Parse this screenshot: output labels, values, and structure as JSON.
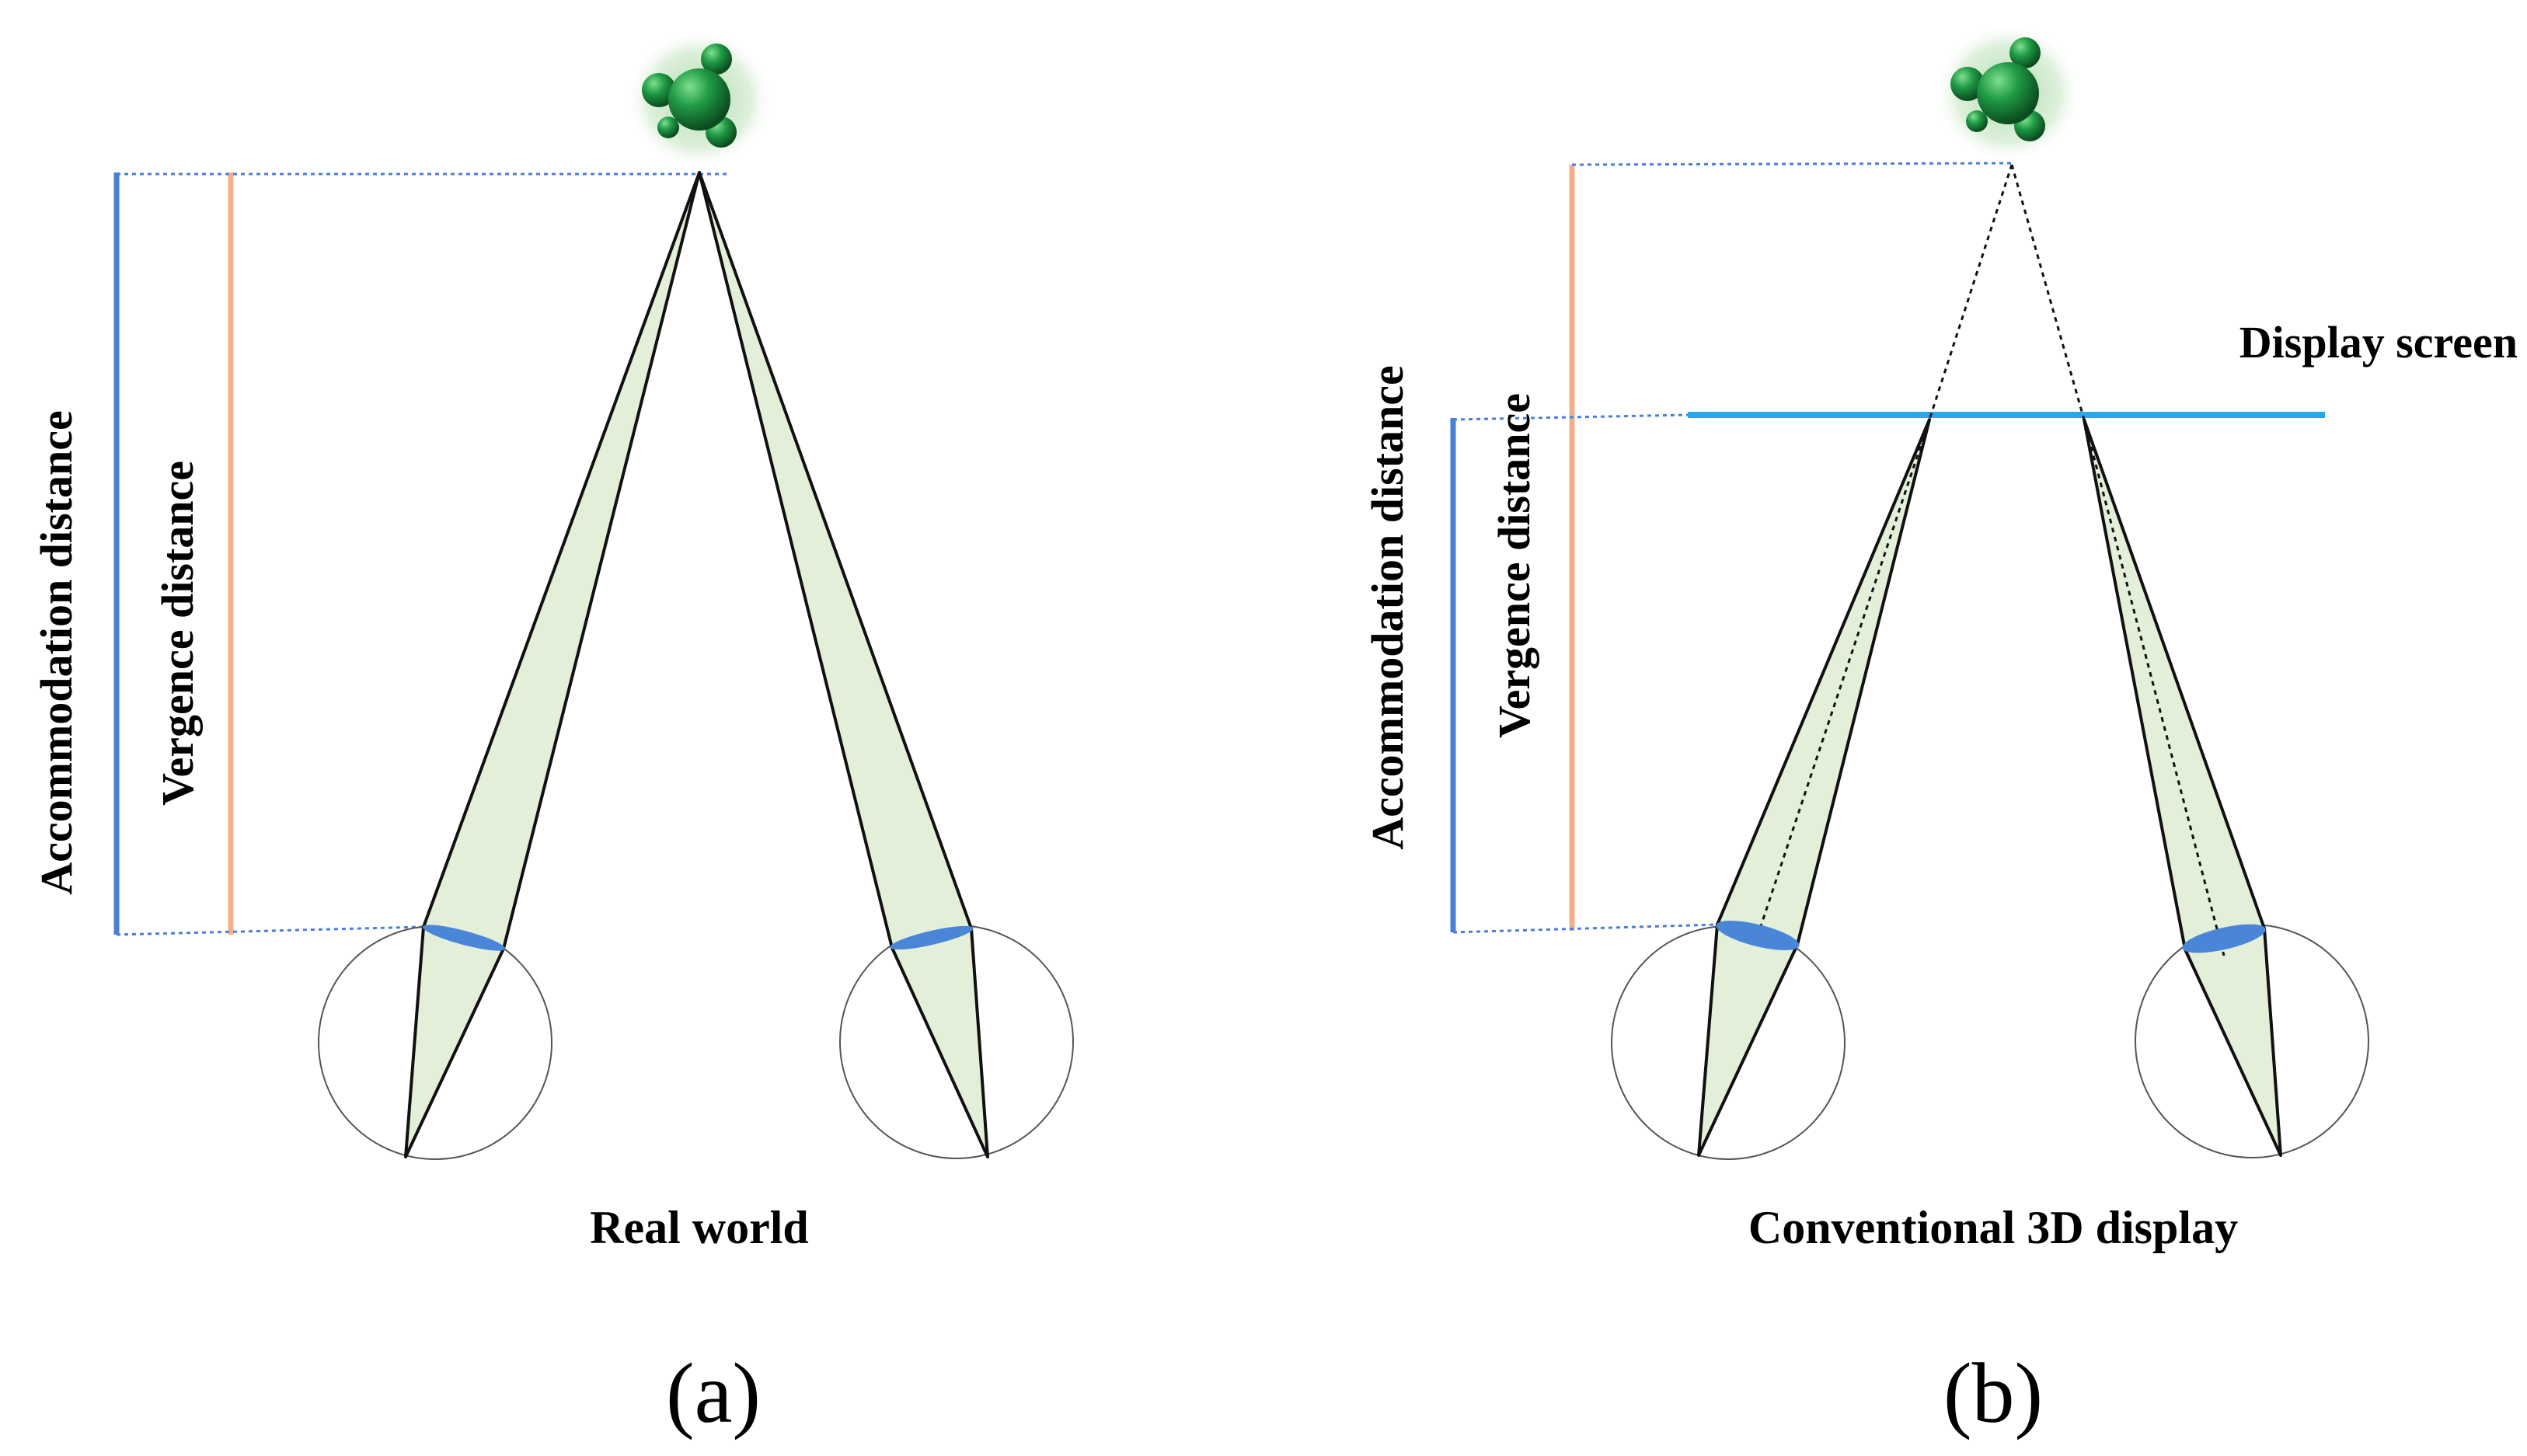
{
  "panels": [
    {
      "id": "a",
      "caption": "Real world",
      "letter": "(a)",
      "accommodation_label": "Accommodation distance",
      "vergence_label": "Vergence distance"
    },
    {
      "id": "b",
      "caption": "Conventional 3D display",
      "letter": "(b)",
      "accommodation_label": "Accommodation distance",
      "vergence_label": "Vergence distance",
      "screen_label": "Display screen"
    }
  ],
  "colors": {
    "accommodation_line": "#4a7fd4",
    "vergence_line": "#f2b08a",
    "display_screen": "#2aa7e8",
    "cone_fill": "#e3efd8",
    "lens": "#4a86d8",
    "object": "#1f9a45",
    "object_glow": "#9dd39a"
  },
  "icons": [
    "molecule-object-icon",
    "eye-icon"
  ]
}
